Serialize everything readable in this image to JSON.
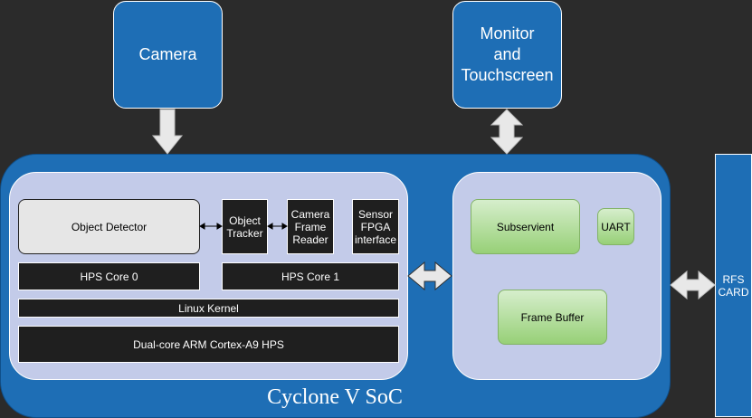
{
  "external": {
    "camera": "Camera",
    "monitor_line1": "Monitor",
    "monitor_line2": "and",
    "monitor_line3": "Touchscreen"
  },
  "soc": {
    "label": "Cyclone V SoC"
  },
  "hps": {
    "object_detector": "Object Detector",
    "object_tracker_line1": "Object",
    "object_tracker_line2": "Tracker",
    "camera_reader_line1": "Camera",
    "camera_reader_line2": "Frame",
    "camera_reader_line3": "Reader",
    "sensor_line1": "Sensor",
    "sensor_line2": "FPGA",
    "sensor_line3": "interface",
    "core0": "HPS Core 0",
    "core1": "HPS Core 1",
    "kernel": "Linux Kernel",
    "cpu": "Dual-core ARM Cortex-A9 HPS"
  },
  "fpga": {
    "subservient": "Subservient",
    "uart": "UART",
    "frame_buffer": "Frame Buffer"
  },
  "rfs": {
    "line1": "RFS",
    "line2": "CARD"
  },
  "colors": {
    "background": "#2b2b2b",
    "soc_blue": "#1e6eb5",
    "panel": "#c3cbe9",
    "arrow": "#e8e8e8"
  }
}
